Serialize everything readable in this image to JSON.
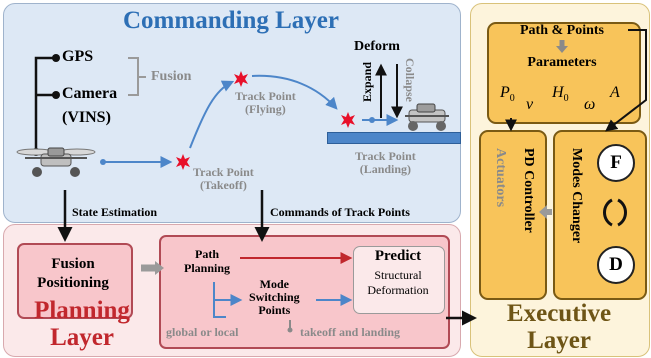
{
  "commanding_layer": {
    "title": "Commanding Layer",
    "sensors": {
      "gps": "GPS",
      "camera": "Camera",
      "vins": "(VINS)",
      "fusion": "Fusion"
    },
    "track_points": {
      "flying": [
        "Track Point",
        "(Flying)"
      ],
      "takeoff": [
        "Track Point",
        "(Takeoff)"
      ],
      "landing": [
        "Track Point",
        "(Landing)"
      ]
    },
    "deform": {
      "title": "Deform",
      "expand": "Expand",
      "collapse": "Collapse"
    }
  },
  "connections": {
    "state_estimation": "State Estimation",
    "commands_of_track_points": "Commands of Track Points"
  },
  "planning_layer": {
    "title": [
      "Planning",
      "Layer"
    ],
    "fusion_positioning": [
      "Fusion",
      "Positioning"
    ],
    "path_planning": [
      "Path",
      "Planning"
    ],
    "mode_switching": [
      "Mode",
      "Switching",
      "Points"
    ],
    "predict": {
      "title": "Predict",
      "subtitle": [
        "Structural",
        "Deformation"
      ]
    },
    "global_or_local": "global or local",
    "takeoff_and_landing": "takeoff and landing"
  },
  "executive_layer": {
    "title": [
      "Executive",
      "Layer"
    ],
    "path_points": "Path & Points",
    "parameters": "Parameters",
    "symbols": [
      "P",
      "v",
      "H",
      "ω",
      "A"
    ],
    "symbol_subscript": "0",
    "actuators": "Actuators",
    "pd_controller": "PD Controller",
    "modes_changer": "Modes Changer",
    "mode_f": "F",
    "mode_d": "D"
  },
  "colors": {
    "commanding_bg": "#dde8f5",
    "commanding_title": "#2d6fb5",
    "planning_bg": "#fbe9ea",
    "planning_box": "#f8c6cb",
    "planning_title": "#c1272d",
    "executive_bg": "#fdf4dc",
    "executive_box": "#f8c45a",
    "executive_title": "#6e5516",
    "flow_blue": "#4d86c9",
    "path_red": "#c1272d",
    "star_red": "#e8102a"
  }
}
